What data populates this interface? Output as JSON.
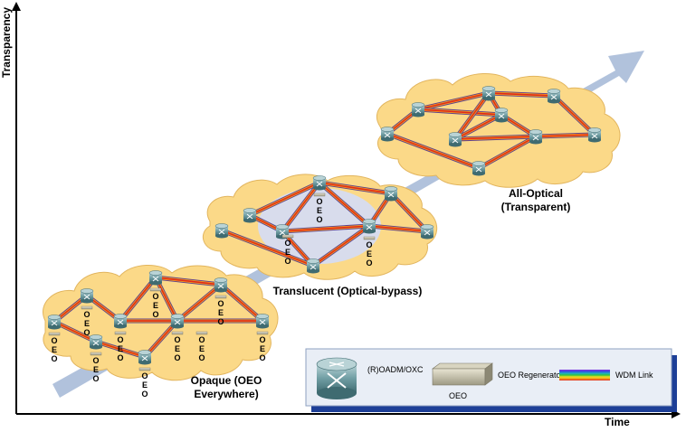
{
  "axes": {
    "y_label": "Transparency",
    "x_label": "Time"
  },
  "clouds": [
    {
      "id": "opaque",
      "title_lines": [
        "Opaque (OEO",
        "Everywhere)"
      ]
    },
    {
      "id": "translucent",
      "title_lines": [
        "Translucent (Optical-bypass)"
      ]
    },
    {
      "id": "all-optical",
      "title_lines": [
        "All-Optical",
        "(Transparent)"
      ]
    }
  ],
  "oeo_marker": [
    "O",
    "E",
    "O"
  ],
  "legend": {
    "node_label": "(R)OADM/OXC",
    "oeo_label": "OEO",
    "regenerator_label": "OEO Regenerator",
    "wdm_label": "WDM Link"
  },
  "colors": {
    "cloud_fill": "#fbd988",
    "cloud_stroke": "#e2b55e",
    "bypass_region": "#d8dcec",
    "arrow": "#a9bbd8",
    "node_body": "#6f9da3",
    "link_red": "#e0261c",
    "link_orange": "#f39a1c",
    "link_purple": "#5b3f91",
    "legend_bg": "#e9eef6",
    "legend_shadow": "#1d3f97"
  }
}
